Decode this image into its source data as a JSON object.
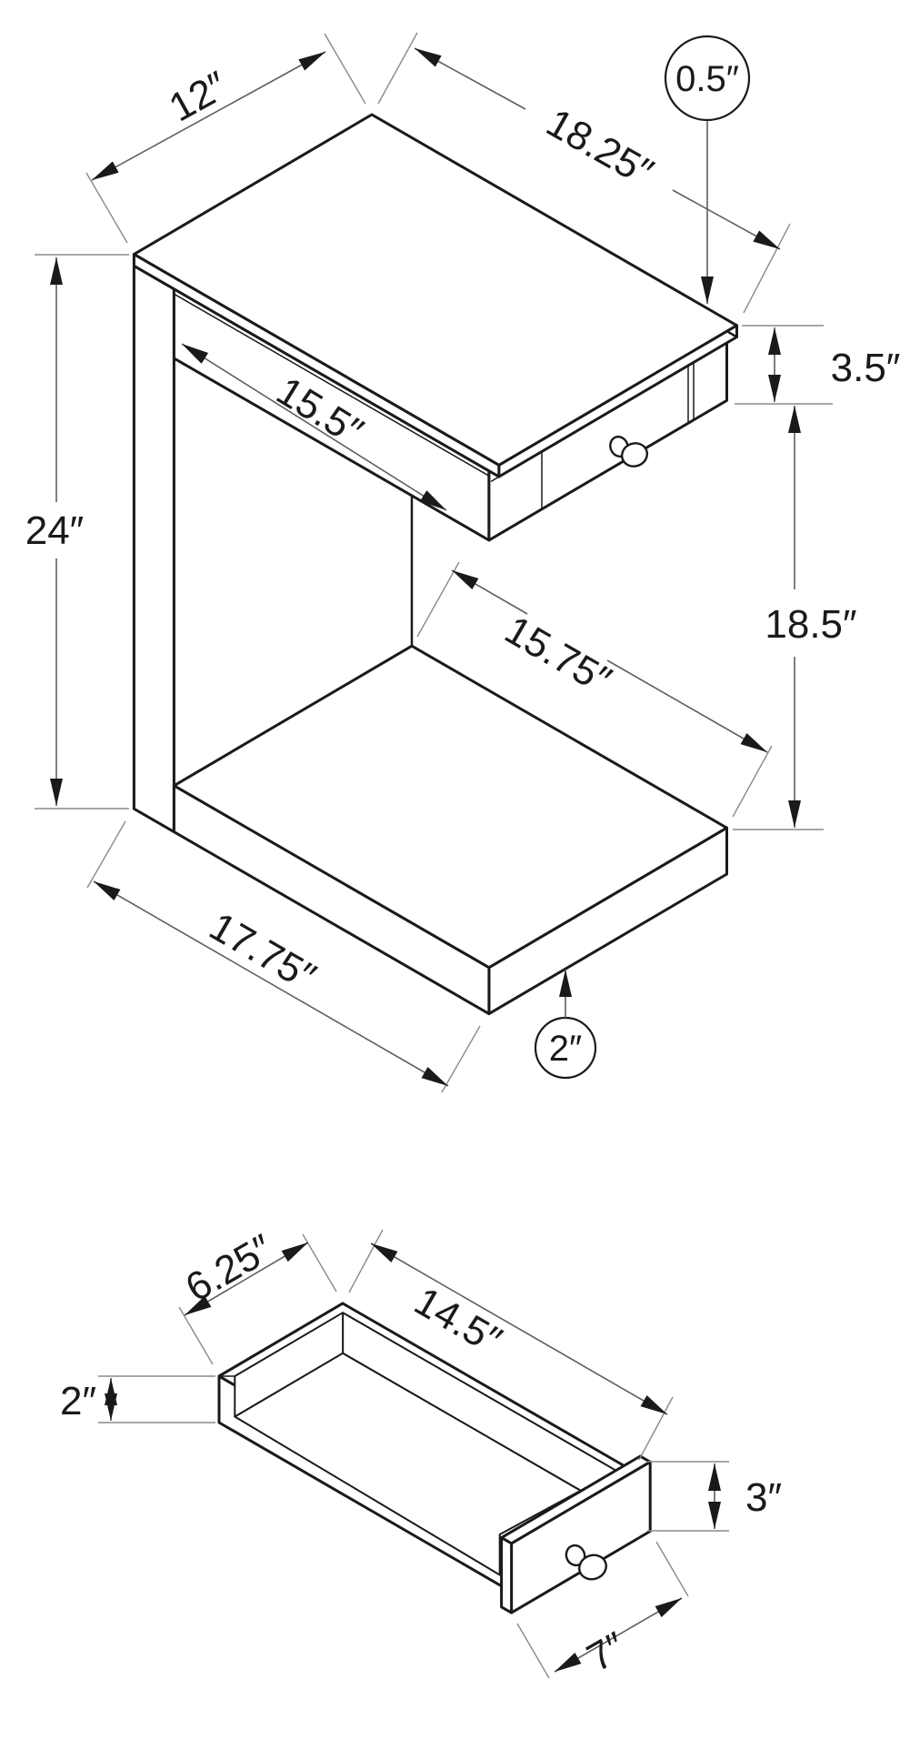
{
  "drawing": {
    "background": "#ffffff",
    "line_color": "#1a1a1a",
    "annotation_color": "#5f5f5f",
    "views": {
      "table": {
        "name": "accent table with drawer and shelf - isometric view",
        "dims": {
          "top_depth": "12″",
          "top_width": "18.25″",
          "top_thickness": "0.5″",
          "apron_height": "3.5″",
          "drawer_width": "15.5″",
          "overall_height": "24″",
          "clearance_height": "18.5″",
          "shelf_top_length": "15.75″",
          "shelf_bottom_length": "17.75″",
          "shelf_thickness": "2″"
        }
      },
      "drawer": {
        "name": "drawer box - isometric detail view",
        "dims": {
          "inner_depth": "6.25″",
          "inner_length": "14.5″",
          "box_height": "2″",
          "front_height": "3″",
          "front_width": "7″"
        }
      }
    }
  }
}
